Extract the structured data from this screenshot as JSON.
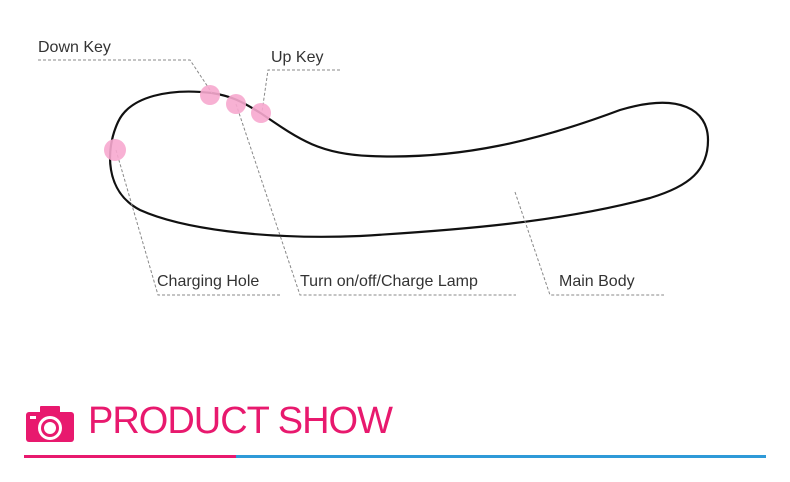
{
  "labels": {
    "down_key": "Down Key",
    "up_key": "Up Key",
    "charging_hole": "Charging Hole",
    "charge_lamp": "Turn on/off/Charge Lamp",
    "main_body": "Main Body"
  },
  "section": {
    "title": "PRODUCT SHOW",
    "icon": "camera-icon"
  },
  "colors": {
    "accent": "#e8196e",
    "rule_secondary": "#2f9ad8",
    "hotspot": "#f7a9cf",
    "outline": "#111111",
    "leader": "#888888"
  }
}
